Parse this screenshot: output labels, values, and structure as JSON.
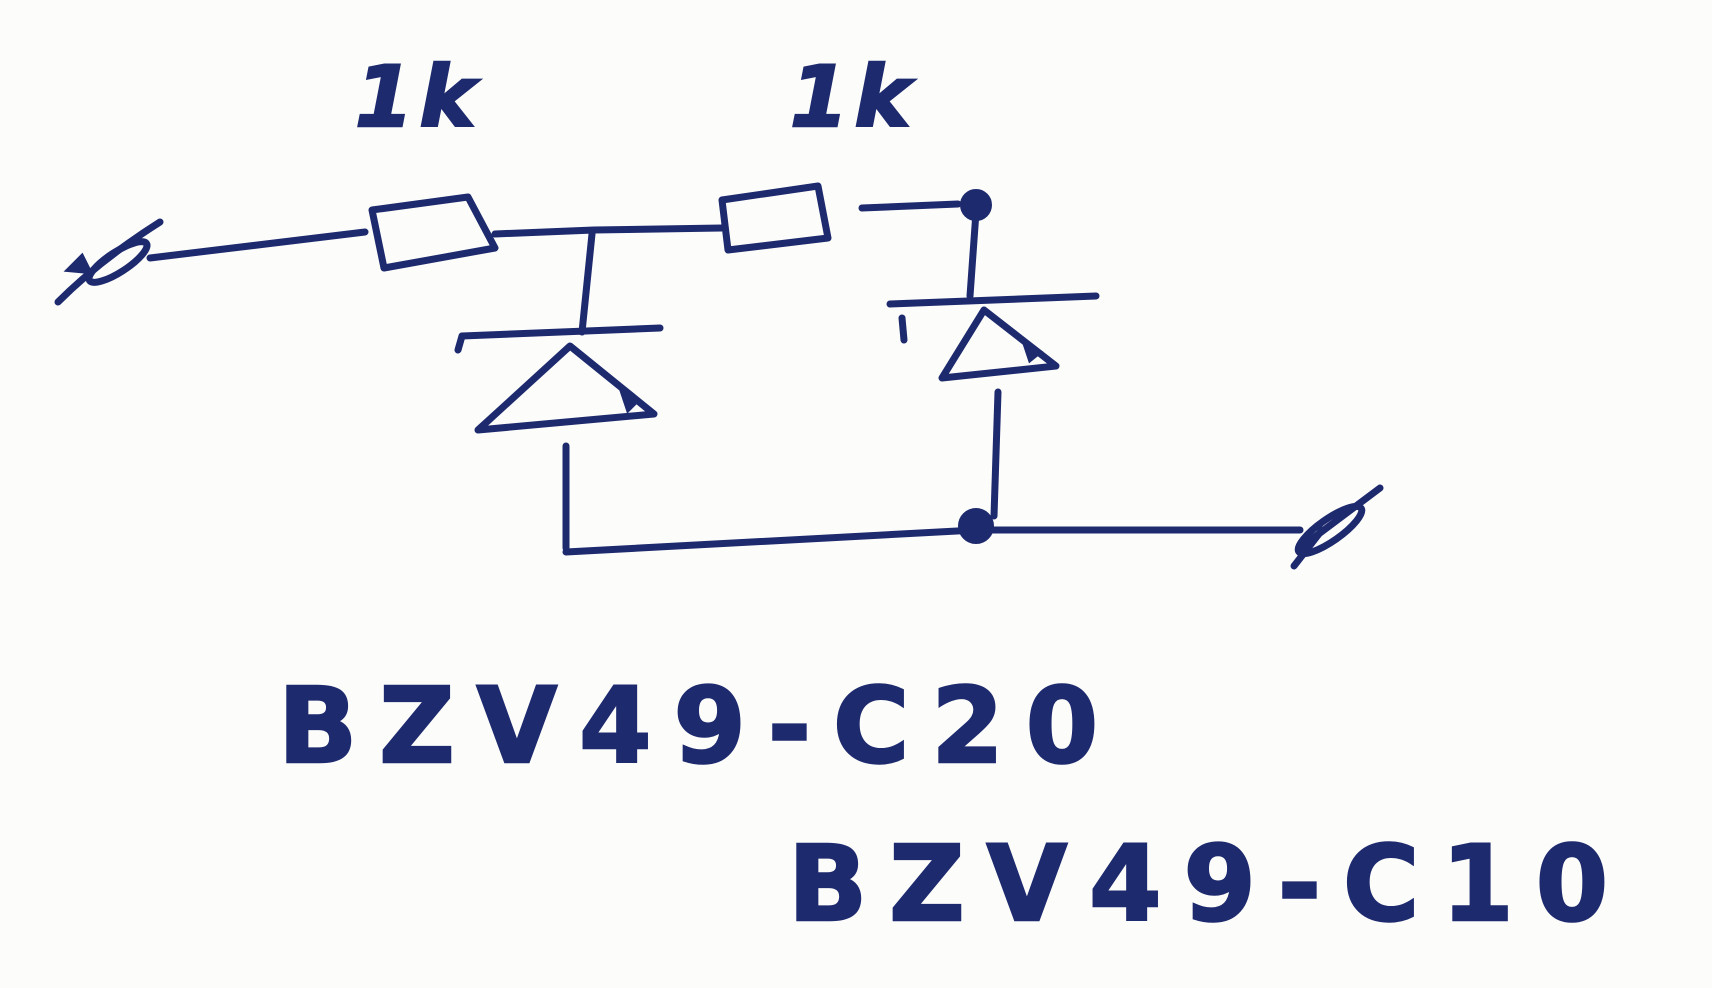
{
  "colors": {
    "ink": "#1e2a6e",
    "paper": "#fcfcfb"
  },
  "resistors": [
    {
      "value": "1k"
    },
    {
      "value": "1k"
    }
  ],
  "part_numbers": [
    {
      "text": "BZV49-C20"
    },
    {
      "text": "BZV49-C10"
    }
  ],
  "components": {
    "resistor_count": 2,
    "zener_diode_count": 2,
    "terminal_count": 2,
    "junction_count": 2
  }
}
